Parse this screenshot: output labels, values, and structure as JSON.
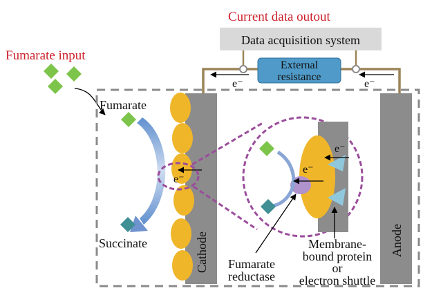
{
  "labels": {
    "current_output": "Current data outout",
    "data_acq": "Data acquisition system",
    "fumarate_input": "Fumarate input",
    "external_l1": "External",
    "external_l2": "resistance",
    "electron": "e⁻",
    "fumarate": "Fumarate",
    "succinate": "Succinate",
    "cathode": "Cathode",
    "anode": "Anode",
    "reductase_l1": "Fumarate",
    "reductase_l2": "reductase",
    "membrane_l1": "Membrane-",
    "membrane_l2": "bound protein",
    "membrane_l3": "or",
    "membrane_l4": "electron shuttle"
  },
  "colors": {
    "title_red": "#cc1f2a",
    "data_box": "#d9d9d9",
    "resistor": "#4f9ac8",
    "wire": "#9b8457",
    "cathode": "#8c8c8c",
    "cell": "#f0b62a",
    "fumarate_green": "#7cc44a",
    "succinate_teal": "#3f8f95",
    "arrow_blue": "#8aa6d6",
    "zoom_magenta": "#9b4d9b",
    "reductase_purple": "#b092cc",
    "shuttle_blue": "#8fc8dd",
    "dash_gray": "#8a8a8a"
  }
}
